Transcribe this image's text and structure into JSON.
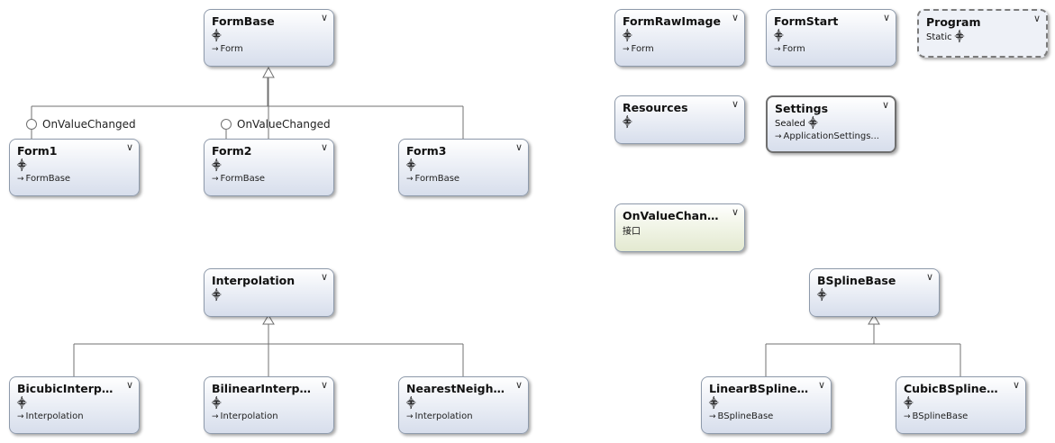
{
  "lollipops": [
    "OnValueChanged",
    "OnValueChanged"
  ],
  "types": {
    "formbase": {
      "name": "FormBase",
      "stereo": ""
    },
    "form1": {
      "name": "Form1",
      "stereo": "",
      "base": "FormBase"
    },
    "form2": {
      "name": "Form2",
      "stereo": "",
      "base": "FormBase"
    },
    "form3": {
      "name": "Form3",
      "stereo": "",
      "base": "FormBase"
    },
    "formrawimage": {
      "name": "FormRawImage",
      "stereo": "",
      "base": "Form"
    },
    "formstart": {
      "name": "FormStart",
      "stereo": "",
      "base": "Form"
    },
    "program": {
      "name": "Program",
      "stereo": "Static"
    },
    "resources": {
      "name": "Resources",
      "stereo": ""
    },
    "settings": {
      "name": "Settings",
      "stereo": "Sealed",
      "base": "ApplicationSettings..."
    },
    "onvaluechanged": {
      "name": "OnValueChang...",
      "stereo": "接口"
    },
    "interpolation": {
      "name": "Interpolation",
      "stereo": ""
    },
    "bicubic": {
      "name": "BicubicInterpol...",
      "stereo": "",
      "base": "Interpolation"
    },
    "bilinear": {
      "name": "BilinearInterpo...",
      "stereo": "",
      "base": "Interpolation"
    },
    "nearest": {
      "name": "NearestNeighb...",
      "stereo": "",
      "base": "Interpolation"
    },
    "bsplinebase": {
      "name": "BSplineBase",
      "stereo": ""
    },
    "linearbspline": {
      "name": "LinearBSplineB...",
      "stereo": "",
      "base": "BSplineBase"
    },
    "cubicbspline": {
      "name": "CubicBSplineB...",
      "stereo": "",
      "base": "BSplineBase"
    }
  },
  "formbase_base": "Form"
}
